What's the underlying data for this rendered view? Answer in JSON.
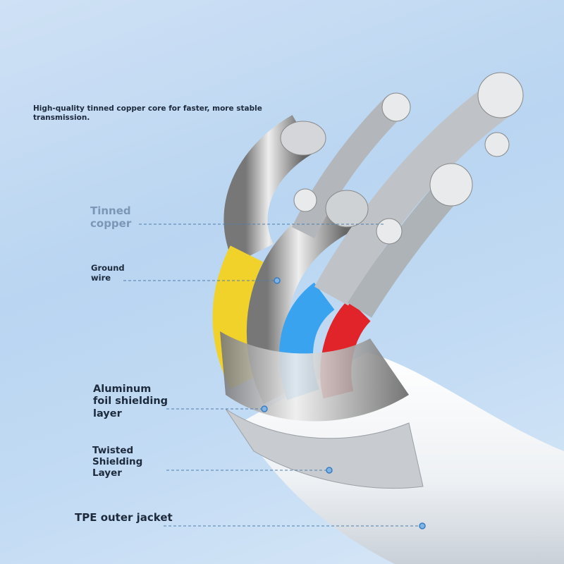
{
  "intro_text": "High-quality tinned copper core for faster, more stable transmission.",
  "labels": {
    "tinned_copper": [
      "Tinned",
      "copper"
    ],
    "ground_wire": [
      "Ground",
      "wire"
    ],
    "foil": [
      "Aluminum",
      "foil shielding",
      "layer"
    ],
    "twisted": [
      "Twisted",
      "Shielding",
      "Layer"
    ],
    "tpe": "TPE outer jacket"
  },
  "colors": {
    "yellow": "#f0d22a",
    "blue": "#3aa3f0",
    "red": "#e0242a",
    "jacket": "#f4f6f8",
    "pointer": "#5a9ad8"
  }
}
